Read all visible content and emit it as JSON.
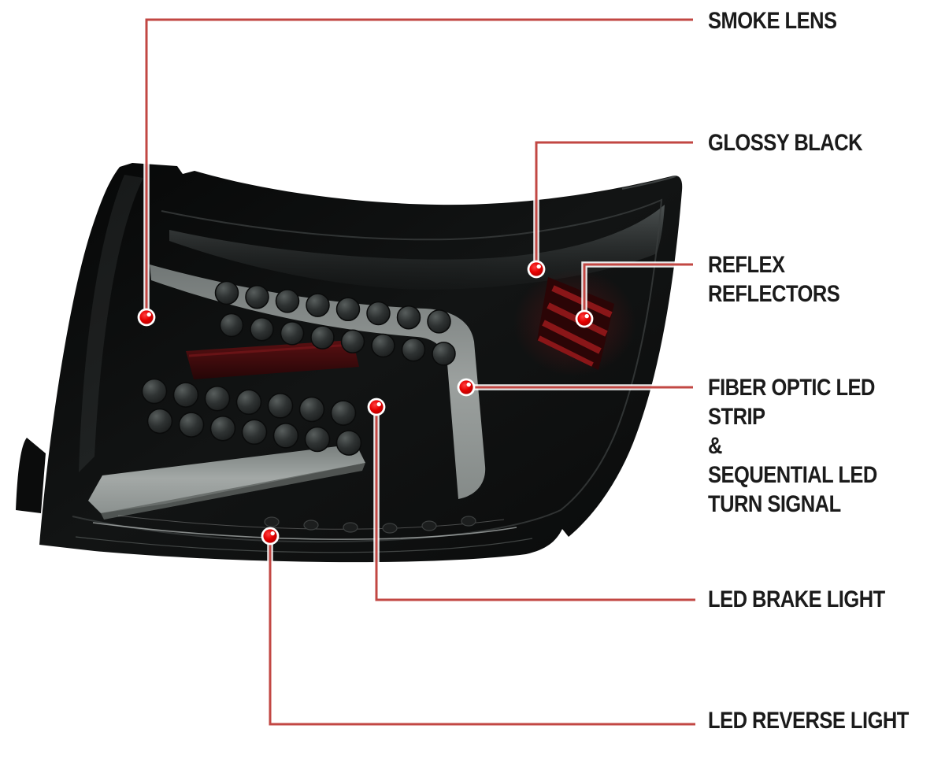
{
  "diagram": {
    "illustration": "smoked-led-tail-light-photo"
  },
  "callouts": [
    {
      "id": "smoke-lens",
      "label": "SMOKE LENS"
    },
    {
      "id": "glossy-black",
      "label": "GLOSSY BLACK"
    },
    {
      "id": "reflex-reflectors",
      "label": "REFLEX REFLECTORS"
    },
    {
      "id": "fiber-optic",
      "label": "FIBER OPTIC LED STRIP\n&\nSEQUENTIAL LED\nTURN SIGNAL"
    },
    {
      "id": "led-brake-light",
      "label": "LED BRAKE LIGHT"
    },
    {
      "id": "led-reverse-light",
      "label": "LED REVERSE LIGHT"
    }
  ],
  "colors": {
    "background": "#ffffff",
    "callout_line": "#c24743",
    "callout_dot": "#e60000",
    "label_text": "#1b1b1b",
    "light_bar_gray": "#9aa09e",
    "reflector_red": "#8a1518"
  }
}
